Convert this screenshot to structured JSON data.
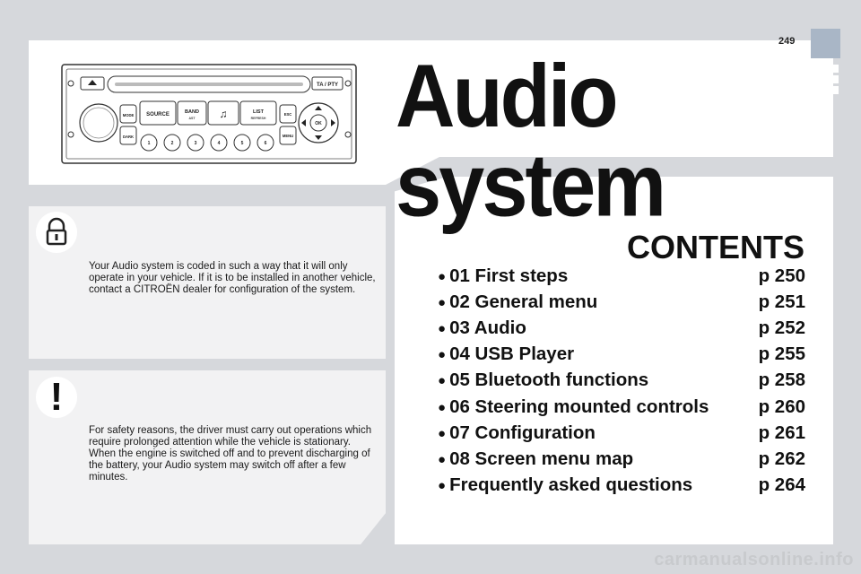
{
  "page_number": "249",
  "title": "Audio system",
  "radio": {
    "ta_pty": "TA / PTY",
    "mode": "MODE",
    "dark": "DARK",
    "source": "SOURCE",
    "band": "BAND",
    "band_sub": "AST",
    "list": "LIST",
    "list_sub": "REFRESH",
    "esc": "ESC",
    "menu": "MENU",
    "ok": "OK",
    "presets": [
      "1",
      "2",
      "3",
      "4",
      "5",
      "6"
    ]
  },
  "lock_note": "Your Audio system is coded in such a way that it will only operate in your vehicle. If it is to be installed in another vehicle, contact a CITROËN dealer for configuration of the system.",
  "warning_mark": "!",
  "warning_note_1": "For safety reasons, the driver must carry out operations which require prolonged attention while the vehicle is stationary.",
  "warning_note_2": "When the engine is switched off and to prevent discharging of the battery, your Audio system may switch off after a few minutes.",
  "contents": {
    "heading": "CONTENTS",
    "items": [
      {
        "label": "01 First steps",
        "page": "p 250"
      },
      {
        "label": "02 General menu",
        "page": "p 251"
      },
      {
        "label": "03 Audio",
        "page": "p 252"
      },
      {
        "label": "04 USB Player",
        "page": "p 255"
      },
      {
        "label": "05 Bluetooth functions",
        "page": "p 258"
      },
      {
        "label": "06 Steering mounted controls",
        "page": "p 260"
      },
      {
        "label": "07 Configuration",
        "page": "p 261"
      },
      {
        "label": "08 Screen menu map",
        "page": "p 262"
      },
      {
        "label": "Frequently asked questions",
        "page": "p 264"
      }
    ]
  },
  "watermark": "carmanualsonline.info"
}
